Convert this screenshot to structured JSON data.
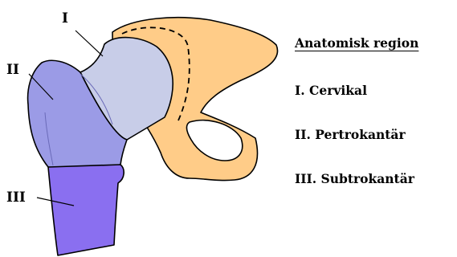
{
  "labels": {
    "region_1": "I",
    "region_2": "II",
    "region_3": "III"
  },
  "legend": {
    "title": "Anatomisk region",
    "items": [
      "I. Cervikal",
      "II. Pertrokantär",
      "III. Subtrokantär"
    ]
  },
  "colors": {
    "pelvis": "#ffcc88",
    "cervical": "#c8cde8",
    "pertrochanteric": "#9b9be6",
    "subtrochanteric": "#8a6ff0",
    "outline": "#000000"
  }
}
